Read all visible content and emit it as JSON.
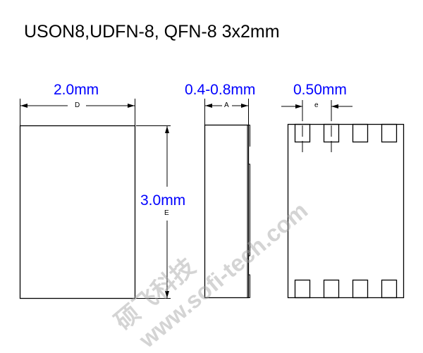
{
  "title": "USON8,UDFN-8, QFN-8  3x2mm",
  "dimensions": {
    "D": {
      "letter": "D",
      "value": "2.0mm"
    },
    "E": {
      "letter": "E",
      "value": "3.0mm"
    },
    "A": {
      "letter": "A",
      "value": "0.4-0.8mm"
    },
    "e": {
      "letter": "e",
      "value": "0.50mm"
    }
  },
  "views": [
    "top-view",
    "side-view",
    "bottom-view"
  ],
  "watermark": {
    "cn": "硕飞科技",
    "url": "www.sofi-tech.com"
  },
  "colors": {
    "dimension_text": "#0000ff",
    "lines": "#000000"
  }
}
